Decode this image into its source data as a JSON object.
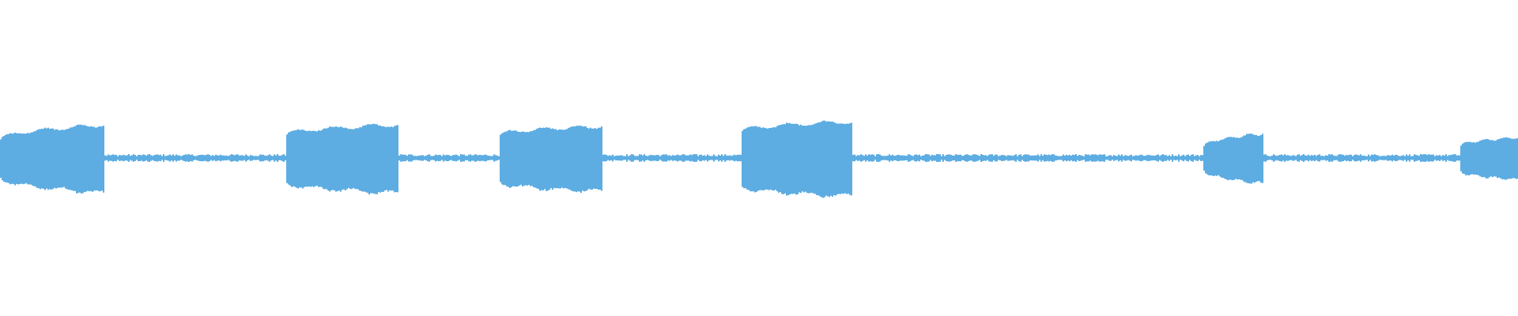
{
  "waveform": {
    "color": "#5dade2",
    "background": "#ffffff",
    "noise_floor_amplitude": 0.02,
    "segments": [
      {
        "start": 0.0,
        "end": 0.069,
        "amp_start": 0.12,
        "amp_end": 0.21
      },
      {
        "start": 0.1885,
        "end": 0.2625,
        "amp_start": 0.15,
        "amp_end": 0.21
      },
      {
        "start": 0.329,
        "end": 0.397,
        "amp_start": 0.15,
        "amp_end": 0.2
      },
      {
        "start": 0.4885,
        "end": 0.5615,
        "amp_start": 0.17,
        "amp_end": 0.23
      },
      {
        "start": 0.7925,
        "end": 0.832,
        "amp_start": 0.075,
        "amp_end": 0.155
      },
      {
        "start": 0.962,
        "end": 1.0,
        "amp_start": 0.08,
        "amp_end": 0.13
      }
    ]
  }
}
